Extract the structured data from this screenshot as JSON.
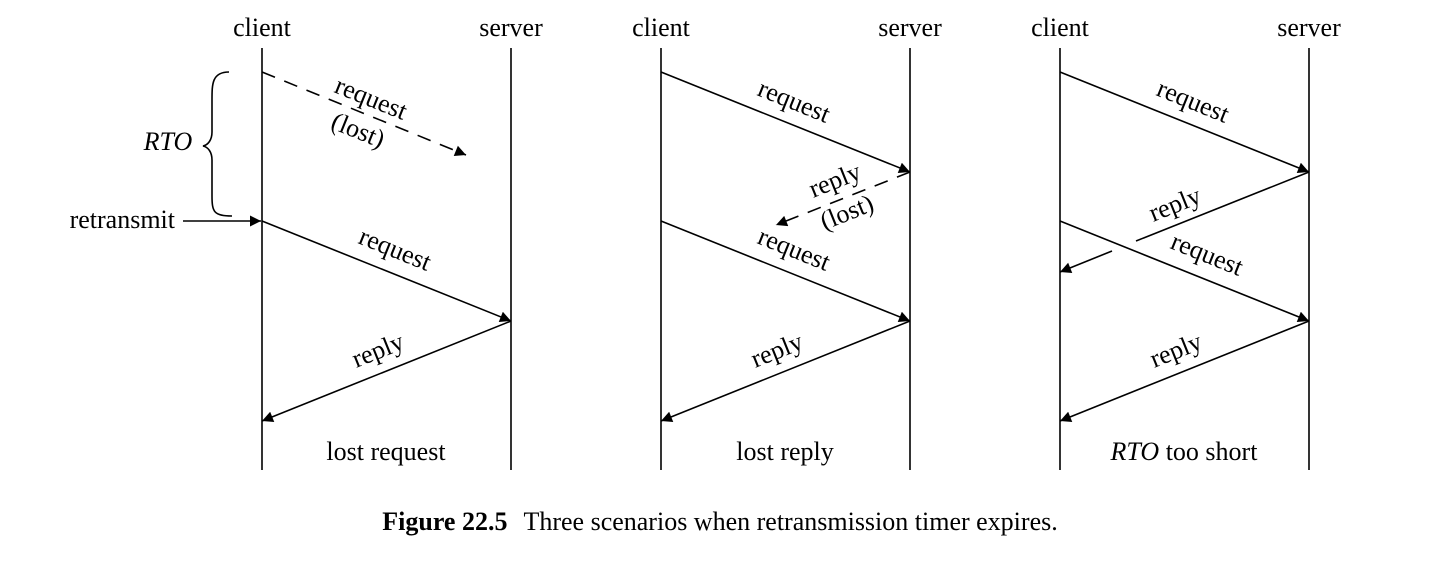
{
  "labels": {
    "client": "client",
    "server": "server",
    "request": "request",
    "reply": "reply",
    "lost": "(lost)",
    "rto": "RTO",
    "retransmit": "retransmit"
  },
  "scenarios": [
    {
      "caption": "lost request"
    },
    {
      "caption": "lost reply"
    },
    {
      "caption_italic": "RTO",
      "caption_rest": "too short"
    }
  ],
  "caption": {
    "number": "Figure 22.5",
    "text": "Three scenarios when retransmission timer expires."
  }
}
